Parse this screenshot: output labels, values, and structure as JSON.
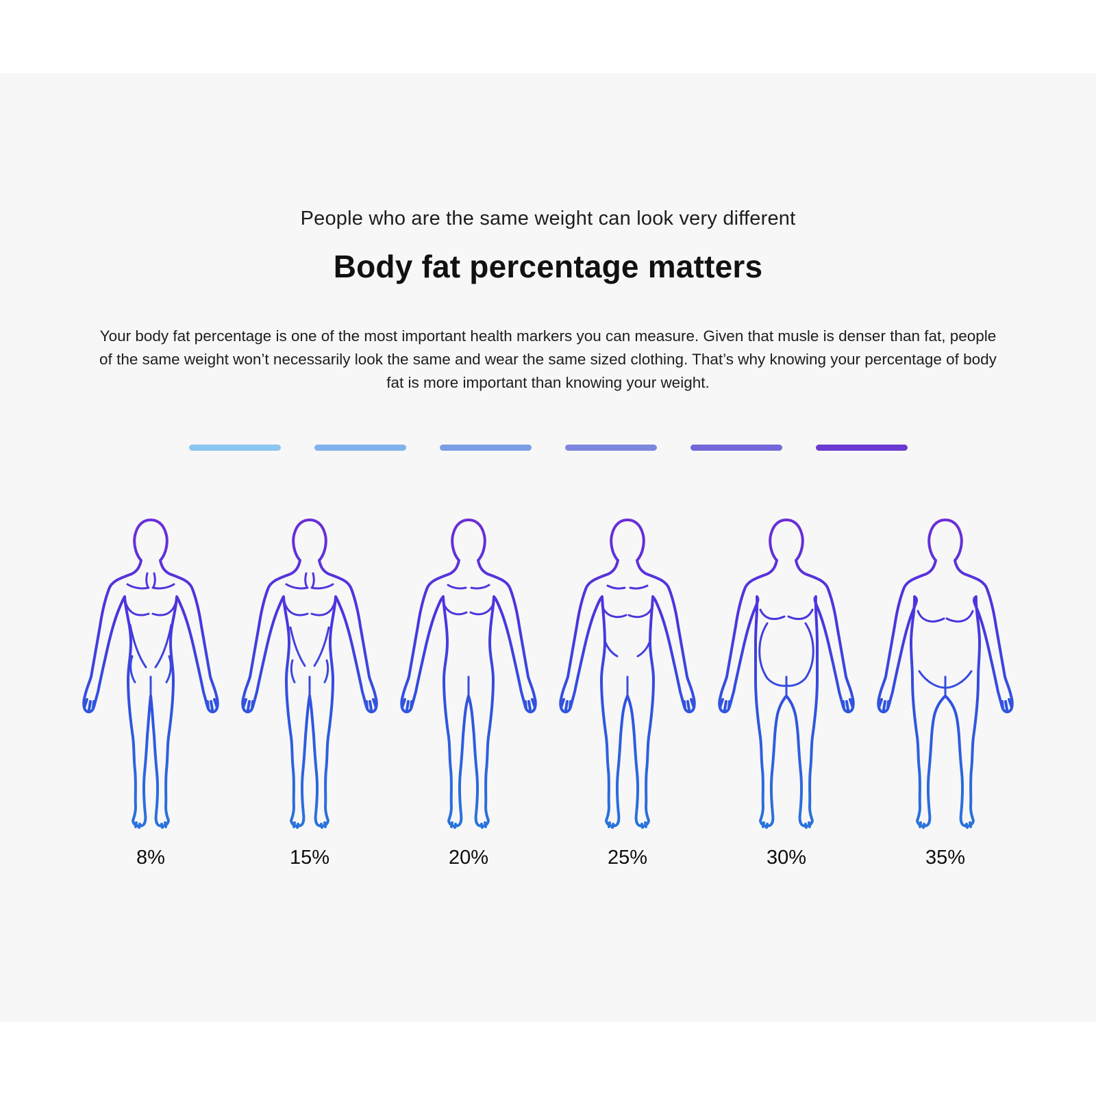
{
  "page": {
    "panel_background": "#f7f7f7",
    "outer_background": "#ffffff"
  },
  "header": {
    "eyebrow": "People who are the same weight can look very different",
    "title": "Body fat percentage matters"
  },
  "intro": {
    "text": "Your body fat percentage is one of the most important health markers you can measure. Given that musle is denser than fat, people of the same weight won’t necessarily look the same and wear the same sized clothing. That’s why knowing your percentage of body fat is more important than knowing your weight."
  },
  "scale": {
    "bar_colors": [
      "#8AC6EF",
      "#7FB2EB",
      "#7B9DE6",
      "#7D87E0",
      "#7467D9",
      "#6B3AD2"
    ]
  },
  "silhouette": {
    "gradient_top": "#6D2ED6",
    "gradient_mid1": "#4836DE",
    "gradient_mid2": "#2F55DF",
    "gradient_bottom": "#2A74DC"
  },
  "figures": [
    {
      "label": "8%",
      "variant": "lean",
      "icon": "body-silhouette-lean"
    },
    {
      "label": "15%",
      "variant": "fit",
      "icon": "body-silhouette-fit"
    },
    {
      "label": "20%",
      "variant": "average",
      "icon": "body-silhouette-average"
    },
    {
      "label": "25%",
      "variant": "soft",
      "icon": "body-silhouette-soft"
    },
    {
      "label": "30%",
      "variant": "round",
      "icon": "body-silhouette-round"
    },
    {
      "label": "35%",
      "variant": "heavy",
      "icon": "body-silhouette-heavy"
    }
  ]
}
